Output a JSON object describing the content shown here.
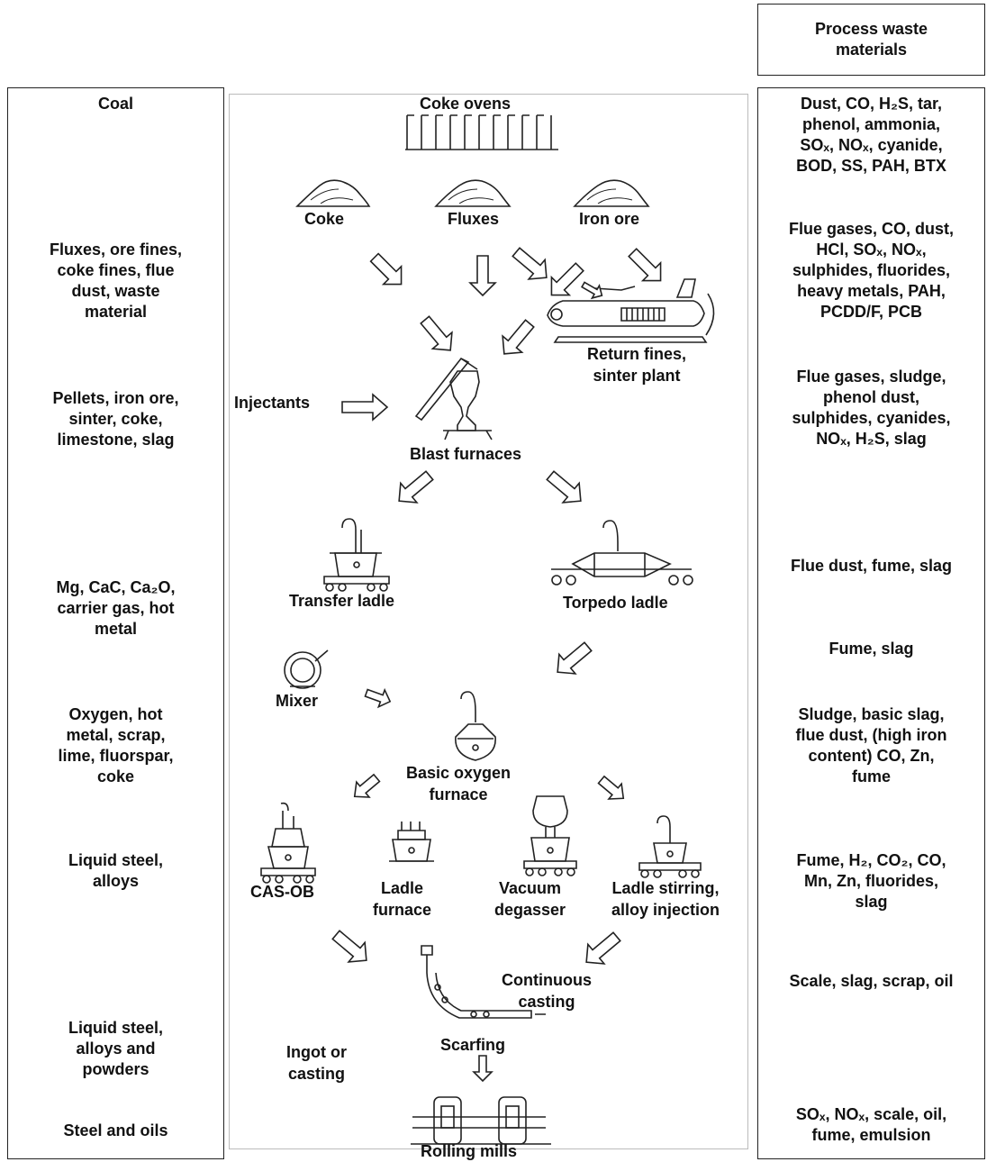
{
  "header": {
    "waste_title": "Process waste\nmaterials"
  },
  "inputs": [
    "Coal",
    "Fluxes, ore fines,\ncoke fines, flue\ndust, waste\nmaterial",
    "Pellets, iron ore,\nsinter, coke,\nlimestone, slag",
    "Mg, CaC, Ca₂O,\ncarrier gas, hot\nmetal",
    "Oxygen, hot\nmetal, scrap,\nlime, fluorspar,\ncoke",
    "Liquid steel,\nalloys",
    "Liquid steel,\nalloys and\npowders",
    "Steel and oils"
  ],
  "wastes": [
    "Dust, CO, H₂S, tar,\nphenol, ammonia,\nSOₓ, NOₓ, cyanide,\nBOD, SS, PAH, BTX",
    "Flue gases, CO, dust,\nHCl, SOₓ, NOₓ,\nsulphides, fluorides,\nheavy metals, PAH,\nPCDD/F, PCB",
    "Flue gases, sludge,\nphenol dust,\nsulphides, cyanides,\nNOₓ, H₂S, slag",
    "Flue dust, fume, slag",
    "Fume, slag",
    "Sludge, basic slag,\nflue dust, (high iron\ncontent) CO, Zn,\nfume",
    "Fume, H₂, CO₂, CO,\nMn, Zn, fluorides,\nslag",
    "Scale, slag, scrap, oil",
    "SOₓ, NOₓ, scale, oil,\nfume, emulsion"
  ],
  "process": {
    "coke_ovens": "Coke ovens",
    "coke": "Coke",
    "fluxes": "Fluxes",
    "iron_ore": "Iron ore",
    "return_fines": "Return fines,\nsinter plant",
    "injectants": "Injectants",
    "blast_furnaces": "Blast furnaces",
    "transfer_ladle": "Transfer ladle",
    "torpedo_ladle": "Torpedo ladle",
    "mixer": "Mixer",
    "bof": "Basic oxygen\nfurnace",
    "cas_ob": "CAS-OB",
    "ladle_furnace": "Ladle\nfurnace",
    "vacuum_degasser": "Vacuum\ndegasser",
    "ladle_stirring": "Ladle stirring,\nalloy injection",
    "continuous_casting": "Continuous\ncasting",
    "ingot_casting": "Ingot or\ncasting",
    "scarfing": "Scarfing",
    "rolling_mills": "Rolling mills"
  }
}
